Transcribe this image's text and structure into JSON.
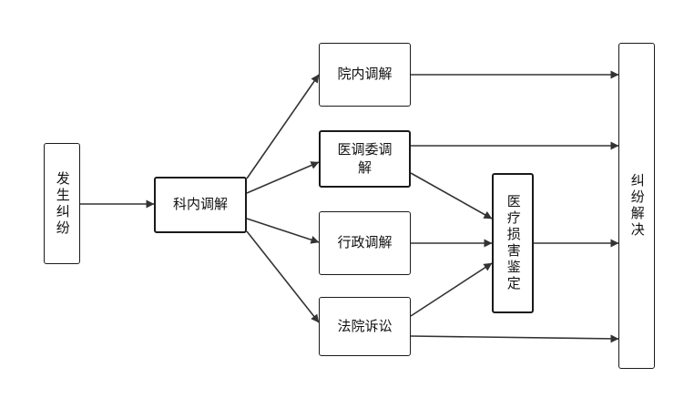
{
  "nodes": {
    "dispute_occurs": "发生纠纷",
    "dept_mediation": "科内调解",
    "hospital_mediation": "院内调解",
    "medical_mediation_committee": "医调委调解",
    "administrative_mediation": "行政调解",
    "court_litigation": "法院诉讼",
    "medical_damage_appraisal": "医疗损害鉴定",
    "dispute_resolution": "纠纷解决"
  },
  "edges": [
    {
      "from": "dispute_occurs",
      "to": "dept_mediation"
    },
    {
      "from": "dept_mediation",
      "to": "hospital_mediation"
    },
    {
      "from": "dept_mediation",
      "to": "medical_mediation_committee"
    },
    {
      "from": "dept_mediation",
      "to": "administrative_mediation"
    },
    {
      "from": "dept_mediation",
      "to": "court_litigation"
    },
    {
      "from": "hospital_mediation",
      "to": "dispute_resolution"
    },
    {
      "from": "medical_mediation_committee",
      "to": "dispute_resolution"
    },
    {
      "from": "medical_mediation_committee",
      "to": "medical_damage_appraisal"
    },
    {
      "from": "administrative_mediation",
      "to": "medical_damage_appraisal"
    },
    {
      "from": "court_litigation",
      "to": "medical_damage_appraisal"
    },
    {
      "from": "medical_damage_appraisal",
      "to": "dispute_resolution"
    },
    {
      "from": "court_litigation",
      "to": "dispute_resolution"
    }
  ],
  "colors": {
    "line": "#333333",
    "border": "#1a1a1a",
    "text": "#111111",
    "background": "#ffffff"
  }
}
